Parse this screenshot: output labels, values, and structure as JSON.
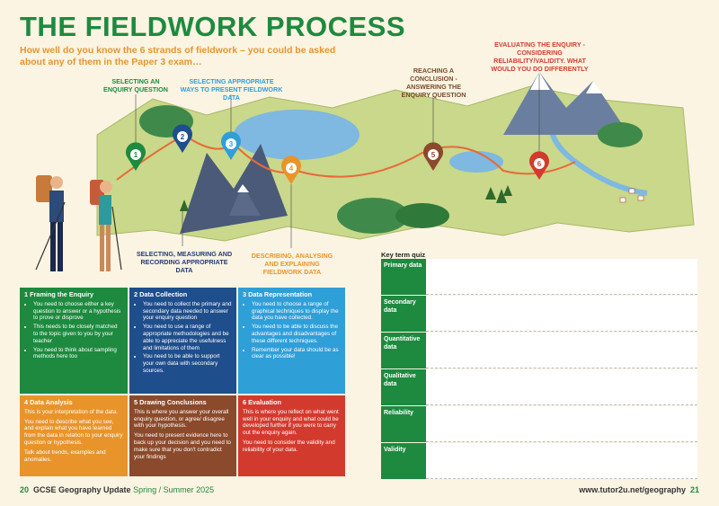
{
  "title": "THE FIELDWORK PROCESS",
  "subtitle": "How well do you know the 6 strands of fieldwork – you could be asked about any of them in the Paper 3 exam…",
  "callouts": {
    "c1": "SELECTING AN ENQUIRY QUESTION",
    "c2": "SELECTING, MEASURING AND RECORDING APPROPRIATE DATA",
    "c3": "SELECTING APPROPRIATE WAYS TO PRESENT FIELDWORK DATA",
    "c4": "DESCRIBING, ANALYSING AND EXPLAINING FIELDWORK DATA",
    "c5": "REACHING A CONCLUSION - ANSWERING THE ENQUIRY QUESTION",
    "c6": "EVALUATING THE ENQUIRY - CONSIDERING RELIABILITY/VALIDITY. WHAT WOULD YOU DO DIFFERENTLY"
  },
  "pins": [
    "1",
    "2",
    "3",
    "4",
    "5",
    "6"
  ],
  "colors": {
    "green": "#1d8a3f",
    "navy": "#1f4e8c",
    "blue": "#2f9fd8",
    "orange": "#e8942a",
    "brown": "#8a4a2b",
    "red": "#d33a2e"
  },
  "strands": [
    {
      "heading": "1  Framing the Enquiry",
      "bullets": [
        "You need to choose either a key question to answer or a hypothesis to prove or disprove",
        "This needs to be closely matched to the topic given to you by your teacher",
        "You need to think about sampling methods here too"
      ]
    },
    {
      "heading": "2  Data Collection",
      "bullets": [
        "You need to collect the primary and secondary data needed to answer your enquiry question",
        "You need to use a range of appropriate methodologies and be able to appreciate the usefulness  and limitations of them",
        "You need to be able to support your own data with secondary sources."
      ]
    },
    {
      "heading": "3  Data Representation",
      "bullets": [
        "You need to choose a range of graphical techniques to display the data you have collected.",
        "You need to be able to discuss the advantages and disadvantages of these different techniques.",
        "Remember your data should be as clear as possible!"
      ]
    },
    {
      "heading": "4  Data Analysis",
      "paras": [
        "This is your interpretation of the data.",
        "You need to describe what you see, and explain what you have learned from the data in relation to your enquiry question or hypothesis.",
        "Talk about trends, examples and anomalies."
      ]
    },
    {
      "heading": "5  Drawing Conclusions",
      "paras": [
        "This is where you answer your overall enquiry question, or agree/ disagree with your hypothesis.",
        "You need to present evidence here to back up your decision and you need to make sure that you don't contradict your findings"
      ]
    },
    {
      "heading": "6  Evaluation",
      "paras": [
        "This is where you reflect on what went well in your enquiry and what could be developed further if you were to carry out the enquiry again.",
        "You need to consider the validity and reliability of your data."
      ]
    }
  ],
  "quiz": {
    "title": "Key term quiz",
    "terms": [
      "Primary data",
      "Secondary data",
      "Quantitative data",
      "Qualitative data",
      "Reliability",
      "Validity"
    ]
  },
  "footer": {
    "left_page": "20",
    "left_pub": "GCSE Geography Update",
    "left_season": "Spring / Summer 2025",
    "right_url": "www.tutor2u.net/geography",
    "right_page": "21"
  }
}
